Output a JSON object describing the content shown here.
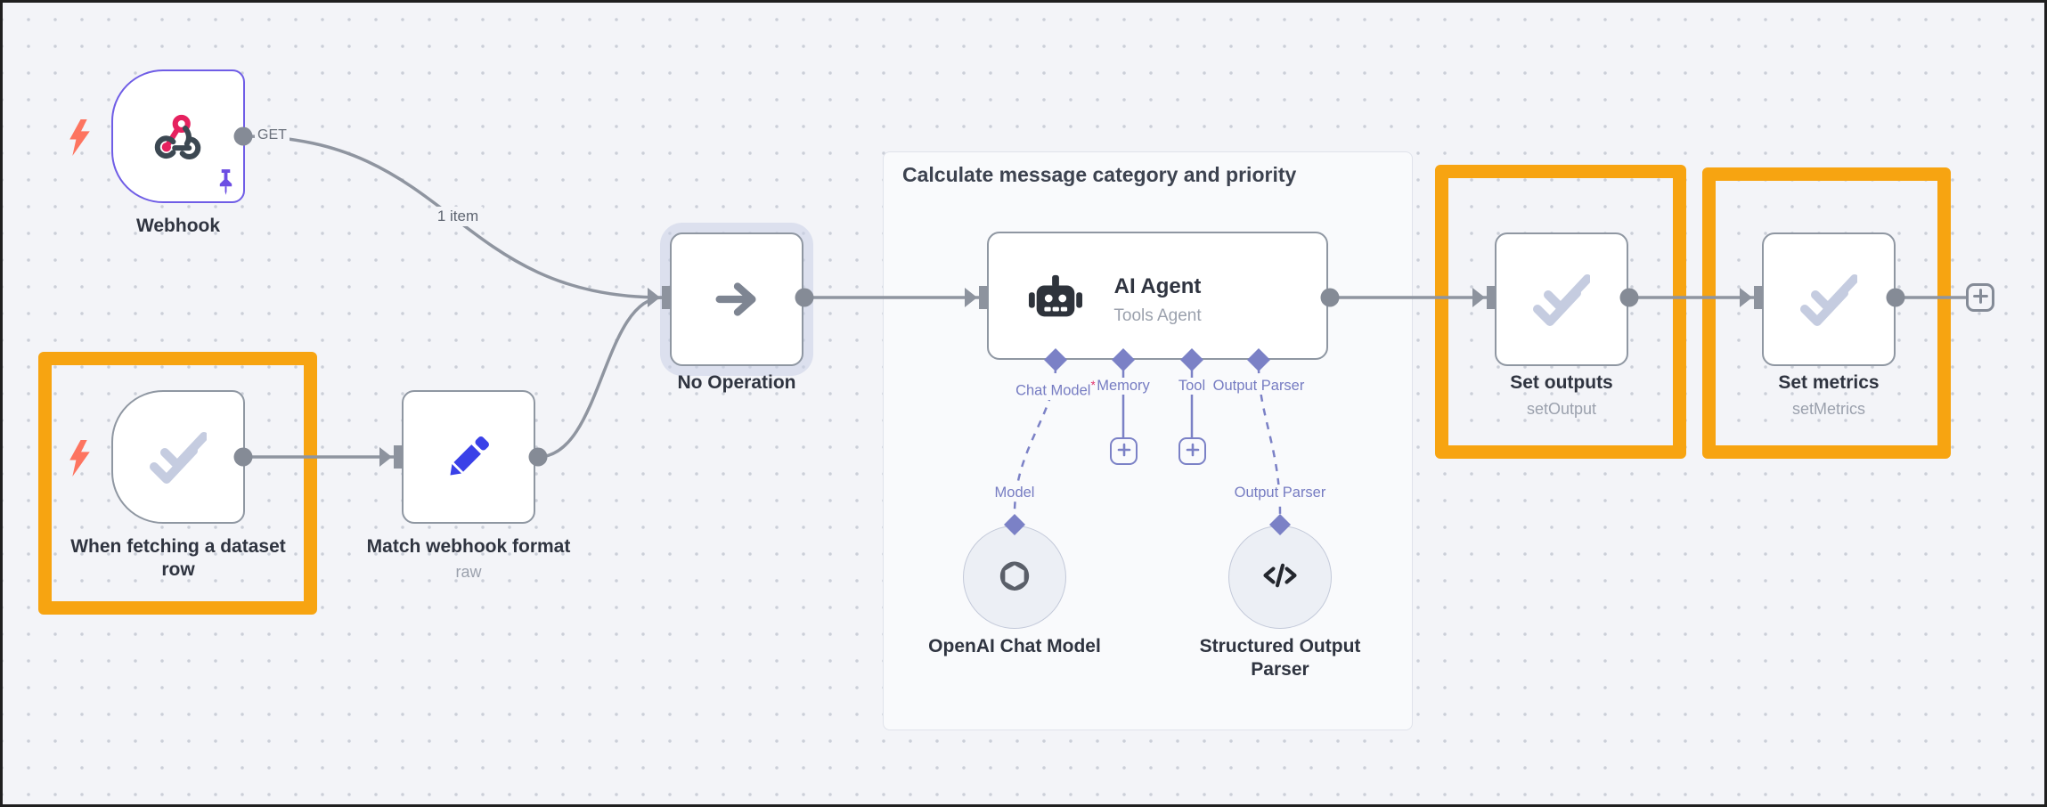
{
  "workflow": {
    "group": {
      "title": "Calculate message category and priority"
    },
    "nodes": {
      "webhook": {
        "label": "Webhook",
        "port_label": "GET"
      },
      "dataset_trigger": {
        "label": "When fetching a dataset row"
      },
      "match_format": {
        "label": "Match webhook format",
        "subtitle": "raw"
      },
      "no_operation": {
        "label": "No Operation"
      },
      "ai_agent": {
        "title": "AI Agent",
        "subtitle": "Tools Agent",
        "required_marker": "*",
        "connectors": {
          "chat_model": "Chat Model",
          "memory": "Memory",
          "tool": "Tool",
          "output_parser": "Output Parser"
        }
      },
      "openai_model": {
        "label": "OpenAI Chat Model",
        "port_label": "Model"
      },
      "structured_parser": {
        "label": "Structured Output Parser",
        "port_label": "Output Parser"
      },
      "set_outputs": {
        "label": "Set outputs",
        "subtitle": "setOutput"
      },
      "set_metrics": {
        "label": "Set metrics",
        "subtitle": "setMetrics"
      }
    },
    "edges": {
      "webhook_items": "1 item"
    },
    "colors": {
      "highlight": "#F7A411",
      "node_border": "#8f97a2",
      "trigger_accent": "#6F5DE6",
      "edge": "#8f95a0",
      "ai_connector": "#7B81C6",
      "canvas": "#f3f4f8"
    }
  }
}
